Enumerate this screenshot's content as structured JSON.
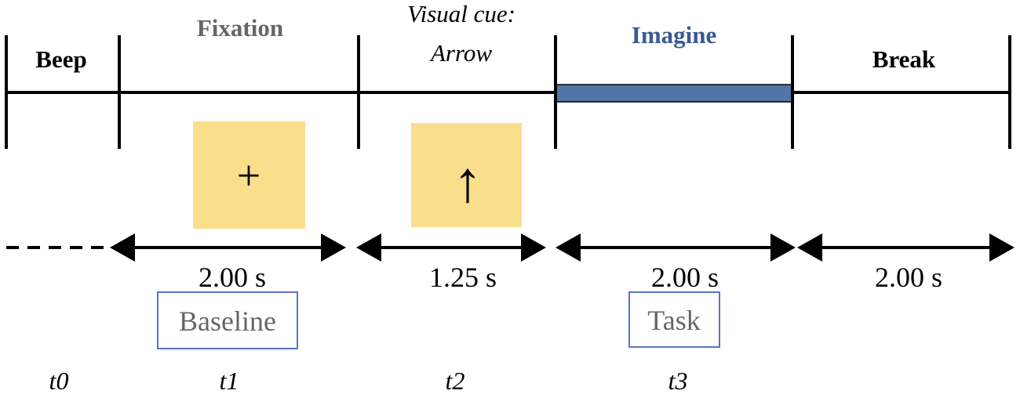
{
  "phases": {
    "beep": "Beep",
    "fixation": "Fixation",
    "cue_line1": "Visual cue:",
    "cue_line2": "Arrow",
    "imagine": "Imagine",
    "break": "Break"
  },
  "stimuli": {
    "fixation_symbol": "+",
    "cue_symbol": "↑"
  },
  "durations": {
    "fixation": "2.00 s",
    "cue": "1.25 s",
    "imagine": "2.00 s",
    "break": "2.00 s"
  },
  "windows": {
    "baseline": "Baseline",
    "task": "Task"
  },
  "time_points": {
    "t0": "t0",
    "t1": "t1",
    "t2": "t2",
    "t3": "t3"
  },
  "colors": {
    "fixation_label": "#666666",
    "imagine_label": "#3a5a94",
    "imagine_bar": "#4f76a5",
    "stimulus_box": "#f9df8c",
    "window_border": "#5b73c4",
    "window_text": "#666666",
    "line": "#000000"
  }
}
